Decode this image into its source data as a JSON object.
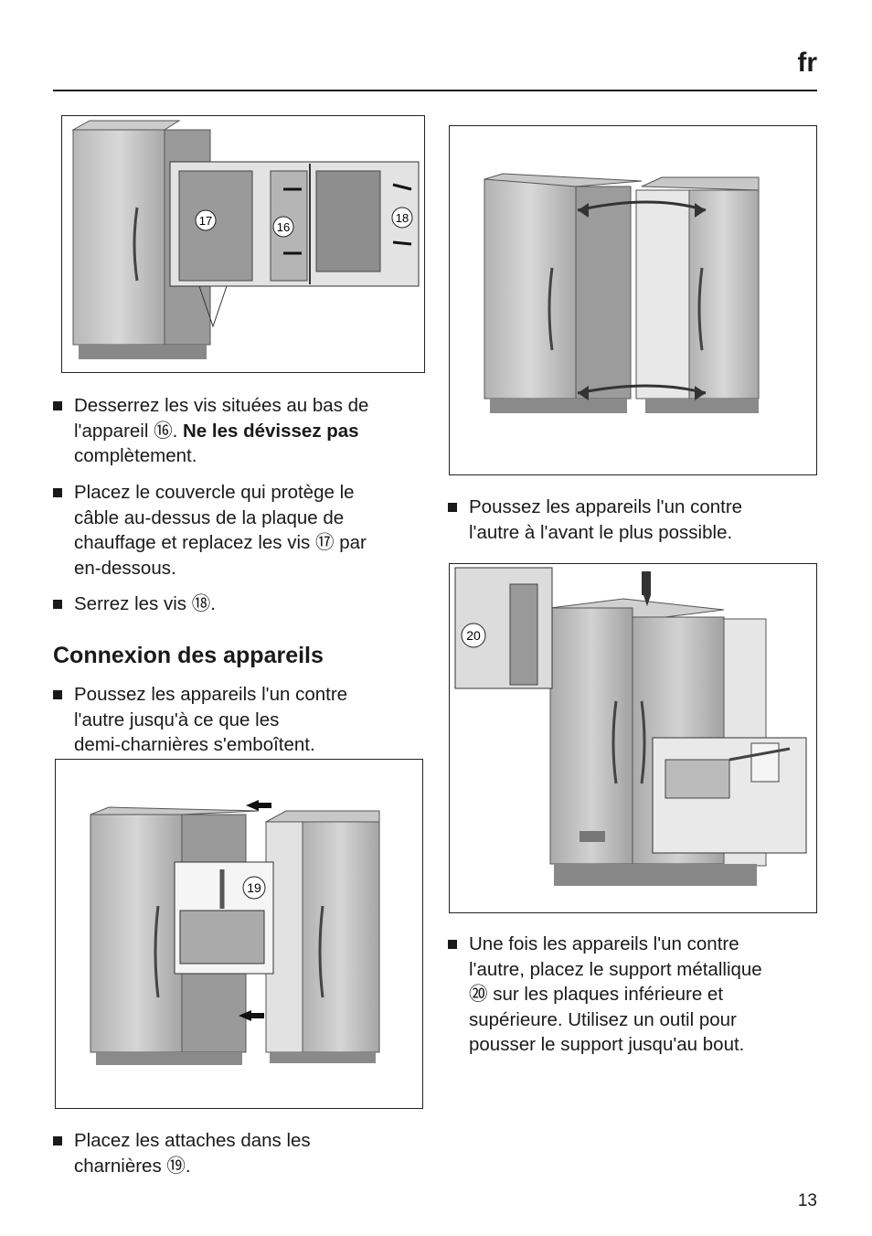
{
  "header": {
    "lang": "fr"
  },
  "page_number": "13",
  "callouts": {
    "c16": "16",
    "c17": "17",
    "c18": "18",
    "c19": "19",
    "c20": "20"
  },
  "left_col": {
    "bullets": [
      {
        "lines": [
          "Desserrez les vis situées au bas de",
          "l'appareil ⑯. ",
          "complètement."
        ],
        "bold": "Ne les dévissez pas"
      },
      {
        "lines": [
          "Placez le couvercle qui protège le",
          "câble au-dessus de la plaque de",
          "chauffage et replacez les vis ⑰ par",
          "en-dessous."
        ]
      },
      {
        "lines": [
          "Serrez les vis ⑱."
        ]
      }
    ],
    "heading": "Connexion des appareils",
    "bullets2": [
      {
        "lines": [
          "Poussez les appareils l'un contre",
          "l'autre jusqu'à ce que les",
          "demi-charnières s'emboîtent."
        ]
      },
      {
        "lines": [
          "Placez les attaches dans les",
          "charnières ⑲."
        ]
      }
    ]
  },
  "right_col": {
    "bullets": [
      {
        "lines": [
          "Poussez les appareils l'un contre",
          "l'autre à l'avant le plus possible."
        ]
      },
      {
        "lines": [
          "Une fois les appareils l'un contre",
          "l'autre, placez le support métallique",
          "⑳ sur les plaques inférieure et",
          "supérieure. Utilisez un outil pour",
          "pousser le support jusqu'au bout."
        ]
      }
    ]
  }
}
